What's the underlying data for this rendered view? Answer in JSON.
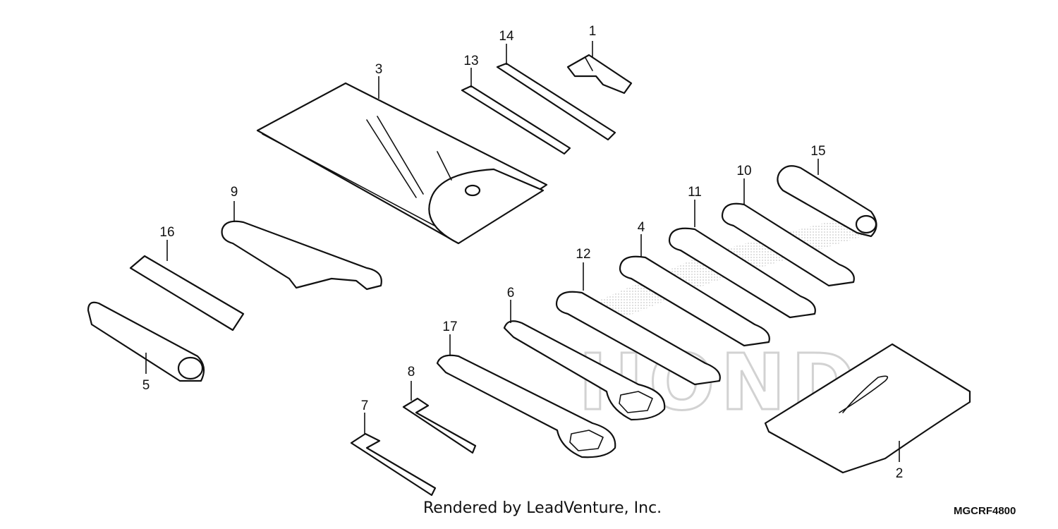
{
  "watermark": "HONDA",
  "credit": "Rendered by LeadVenture, Inc.",
  "diagram_code": "MGCRF4800",
  "callouts": {
    "c1": "1",
    "c2": "2",
    "c3": "3",
    "c4": "4",
    "c5": "5",
    "c6": "6",
    "c7": "7",
    "c8": "8",
    "c9": "9",
    "c10": "10",
    "c11": "11",
    "c12": "12",
    "c13": "13",
    "c14": "14",
    "c15": "15",
    "c16": "16",
    "c17": "17"
  }
}
